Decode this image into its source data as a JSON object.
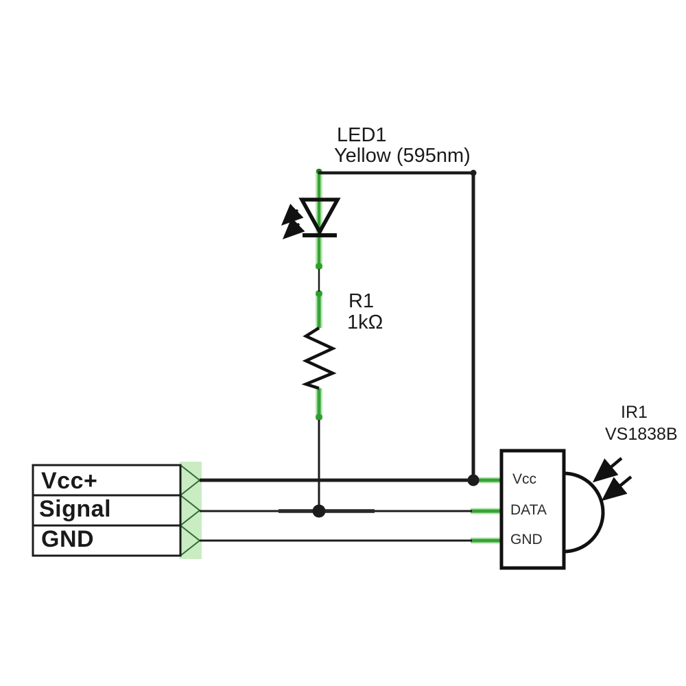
{
  "components": {
    "led": {
      "designator": "LED1",
      "value": "Yellow (595nm)"
    },
    "resistor": {
      "designator": "R1",
      "value": "1kΩ"
    },
    "ir_receiver": {
      "designator": "IR1",
      "part_number": "VS1838B",
      "pins": {
        "vcc": "Vcc",
        "data": "DATA",
        "gnd": "GND"
      }
    }
  },
  "connector": {
    "pins": {
      "vcc": "Vcc+",
      "signal": "Signal",
      "gnd": "GND"
    }
  },
  "colors": {
    "wire": "#1c1c1c",
    "symbol": "#111111",
    "highlight_green": "#36a336",
    "highlight_green_light": "#c9ecc3",
    "text": "#1a1a1a",
    "background": "#ffffff"
  }
}
